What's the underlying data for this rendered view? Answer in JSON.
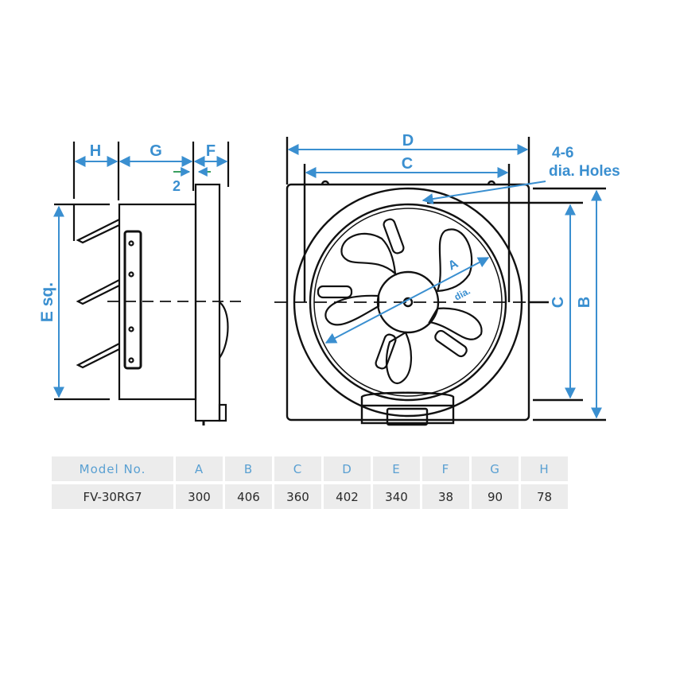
{
  "diagram": {
    "title": "Ventilation fan dimension drawing",
    "side_view": {
      "labels": {
        "H": "H",
        "G": "G",
        "F": "F",
        "gap": "2",
        "E": "E sq."
      }
    },
    "front_view": {
      "labels": {
        "D": "D",
        "C_top": "C",
        "holes_line1": "4-6",
        "holes_line2": "dia. Holes",
        "A": "A",
        "A_dia": "dia.",
        "C_right": "C",
        "B": "B"
      }
    },
    "colors": {
      "dimension": "#3a8fd0",
      "line": "#111111",
      "gap_arrow": "#3aa060"
    }
  },
  "table": {
    "headers": [
      "Model No.",
      "A",
      "B",
      "C",
      "D",
      "E",
      "F",
      "G",
      "H"
    ],
    "rows": [
      [
        "FV-30RG7",
        "300",
        "406",
        "360",
        "402",
        "340",
        "38",
        "90",
        "78"
      ]
    ]
  }
}
